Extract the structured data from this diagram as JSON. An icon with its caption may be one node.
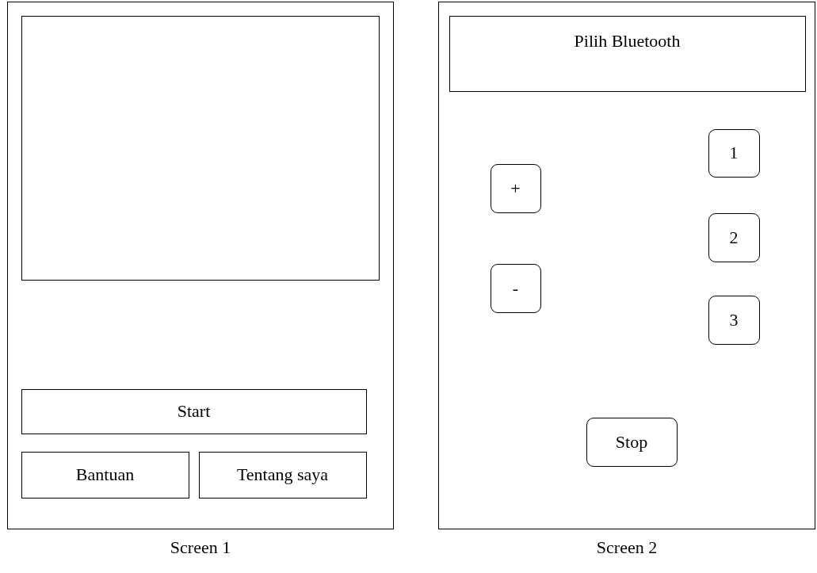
{
  "diagram": {
    "nodes": [
      {
        "text": [],
        "shape": "box",
        "beside": [
          "Screen 1"
        ]
      },
      {
        "text": [],
        "shape": "box",
        "in": 0
      },
      {
        "text": [
          "Start"
        ],
        "in": 0
      },
      {
        "text": [
          "Bantuan"
        ],
        "in": 0
      },
      {
        "text": [
          "Tentang saya"
        ],
        "in": 0
      },
      {
        "text": [],
        "shape": "box",
        "beside": [
          "Screen 2"
        ]
      },
      {
        "text": [
          "Pilih Bluetooth"
        ],
        "in": 5
      },
      {
        "text": [
          "1"
        ],
        "in": 5
      },
      {
        "text": [
          "+"
        ],
        "in": 5
      },
      {
        "text": [
          "2"
        ],
        "in": 5
      },
      {
        "text": [
          "-"
        ],
        "in": 5
      },
      {
        "text": [
          "3"
        ],
        "in": 5
      },
      {
        "text": [
          "Stop"
        ],
        "in": 5
      }
    ]
  }
}
